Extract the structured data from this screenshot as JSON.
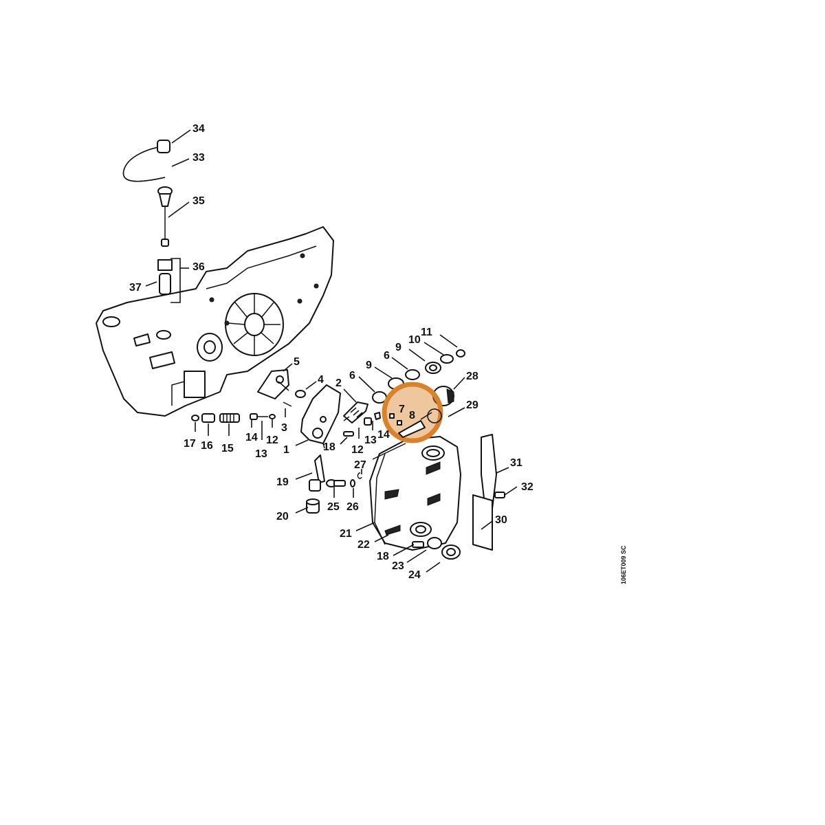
{
  "diagram": {
    "drawing_code": "106ET009 SC",
    "highlight_color": "#d9822b",
    "labels": [
      "1",
      "2",
      "3",
      "4",
      "5",
      "6",
      "6",
      "7",
      "8",
      "9",
      "9",
      "10",
      "11",
      "12",
      "12",
      "13",
      "13",
      "14",
      "14",
      "15",
      "16",
      "17",
      "18",
      "18",
      "19",
      "20",
      "21",
      "22",
      "23",
      "24",
      "25",
      "26",
      "27",
      "28",
      "29",
      "30",
      "31",
      "32",
      "33",
      "34",
      "35",
      "36",
      "37"
    ]
  }
}
